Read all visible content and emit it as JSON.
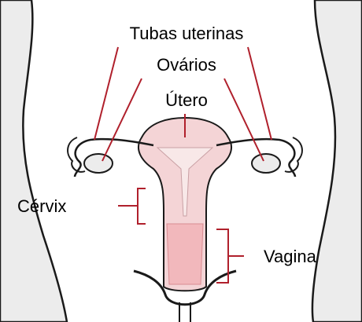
{
  "diagram": {
    "labels": {
      "tubas": "Tubas uterinas",
      "ovarios": "Ovários",
      "utero": "Útero",
      "cervix": "Cérvix",
      "vagina": "Vagina"
    },
    "colors": {
      "leader": "#b0202c",
      "outline": "#1a1a1a",
      "body_fill": "#ececec",
      "uterus_fill": "#f4d4d6",
      "vagina_fill": "#f2b8bc"
    }
  }
}
